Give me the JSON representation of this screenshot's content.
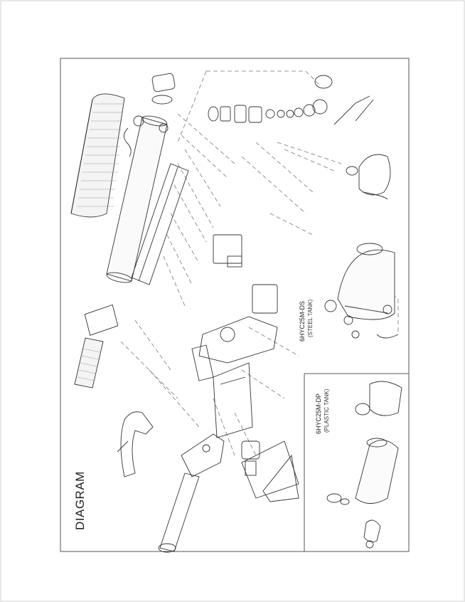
{
  "diagram": {
    "title": "DIAGRAM",
    "model_steel": "6HYC25M-DS",
    "tank_steel": "(STEEL TANK)",
    "model_plastic": "6HYC25M-DP",
    "tank_plastic": "(PLASTIC TANK)"
  },
  "colors": {
    "line": "#333333",
    "frame": "#555555",
    "background": "#ffffff"
  }
}
